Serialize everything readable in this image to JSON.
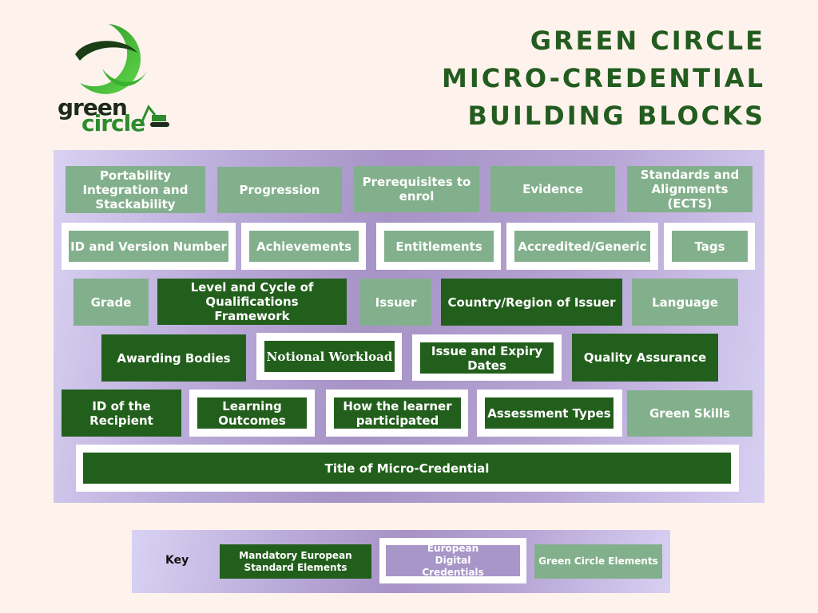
{
  "logo": {
    "name": "green circle",
    "line1": "green",
    "line2": "circle"
  },
  "title": {
    "line1": "GREEN CIRCLE",
    "line2": "MICRO-CREDENTIAL",
    "line3": "BUILDING BLOCKS"
  },
  "colors": {
    "background": "#fdf3ec",
    "title": "#235c1f",
    "mandatory_european_standard": "#235f1c",
    "green_circle_element": "#83b08c",
    "european_digital_credential_frame": "#ffffff",
    "board_gradient_light": "#d9d2f3",
    "board_gradient_dark": "#a793c6"
  },
  "blocks": {
    "row1": [
      {
        "label": "Portability Integration and Stackability",
        "category": "Green Circle Elements"
      },
      {
        "label": "Progression",
        "category": "Green Circle Elements"
      },
      {
        "label": "Prerequisites to enrol",
        "category": "Green Circle Elements"
      },
      {
        "label": "Evidence",
        "category": "Green Circle Elements"
      },
      {
        "label": "Standards and Alignments (ECTS)",
        "category": "Green Circle Elements"
      }
    ],
    "row2": [
      {
        "label": "ID and Version Number",
        "category": "European Digital Credentials"
      },
      {
        "label": "Achievements",
        "category": "European Digital Credentials"
      },
      {
        "label": "Entitlements",
        "category": "European Digital Credentials"
      },
      {
        "label": "Accredited/Generic",
        "category": "European Digital Credentials"
      },
      {
        "label": "Tags",
        "category": "European Digital Credentials"
      }
    ],
    "row3": [
      {
        "label": "Grade",
        "category": "Green Circle Elements"
      },
      {
        "label": "Level and Cycle of Qualifications Framework",
        "category": "Mandatory European Standard Elements"
      },
      {
        "label": "Issuer",
        "category": "Green Circle Elements"
      },
      {
        "label": "Country/Region of Issuer",
        "category": "Mandatory European Standard Elements"
      },
      {
        "label": "Language",
        "category": "Green Circle Elements"
      }
    ],
    "row4": [
      {
        "label": "Awarding Bodies",
        "category": "Mandatory European Standard Elements"
      },
      {
        "label": "Notional Workload",
        "category": "Mandatory European Standard Elements + European Digital Credentials"
      },
      {
        "label": "Issue and Expiry Dates",
        "category": "Mandatory European Standard Elements + European Digital Credentials"
      },
      {
        "label": "Quality Assurance",
        "category": "Mandatory European Standard Elements"
      }
    ],
    "row5": [
      {
        "label": "ID of the Recipient",
        "category": "Mandatory European Standard Elements"
      },
      {
        "label": "Learning Outcomes",
        "category": "Mandatory European Standard Elements + European Digital Credentials"
      },
      {
        "label": "How the learner participated",
        "category": "Mandatory European Standard Elements + European Digital Credentials"
      },
      {
        "label": "Assessment Types",
        "category": "Mandatory European Standard Elements + European Digital Credentials"
      },
      {
        "label": "Green Skills",
        "category": "Green Circle Elements"
      }
    ],
    "row6": [
      {
        "label": "Title of Micro-Credential",
        "category": "Mandatory European Standard Elements + European Digital Credentials"
      }
    ]
  },
  "key": {
    "label": "Key",
    "items": [
      {
        "label": "Mandatory European Standard Elements"
      },
      {
        "label": "European Digital Credentials"
      },
      {
        "label": "Green Circle Elements"
      }
    ]
  }
}
